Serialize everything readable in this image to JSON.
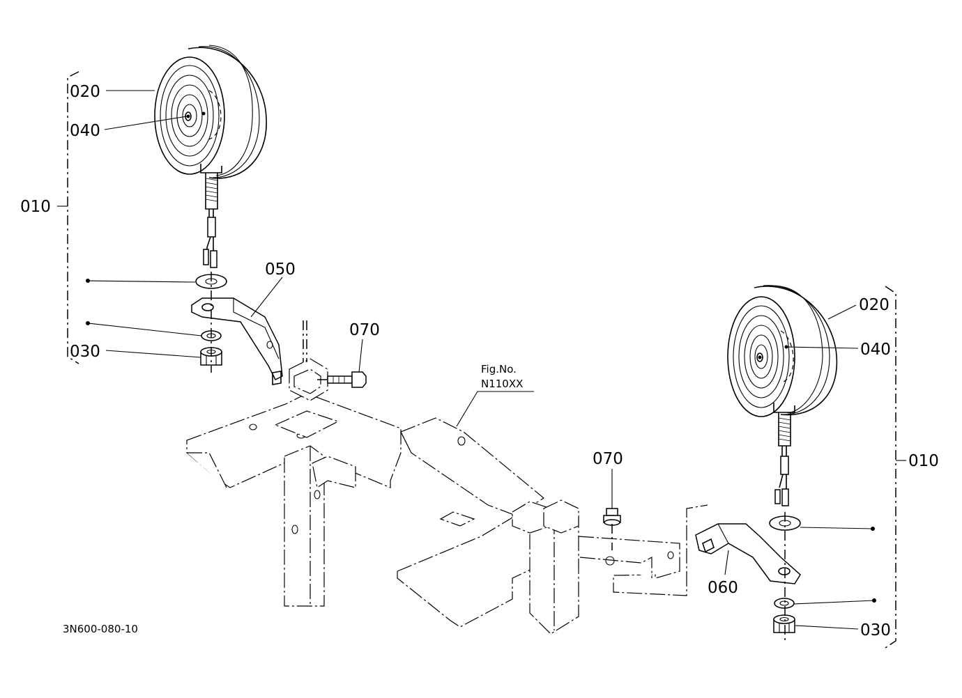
{
  "callouts": {
    "left_group": "010",
    "right_group": "010",
    "left_lamp": "020",
    "right_lamp": "020",
    "left_bulb": "040",
    "right_bulb": "040",
    "left_nut": "030",
    "right_nut": "030",
    "left_bracket": "050",
    "right_bracket": "060",
    "left_bolt": "070",
    "right_bolt": "070"
  },
  "figure_ref": {
    "line1": "Fig.No.",
    "line2": "N110XX"
  },
  "drawing_code": "3N600-080-10"
}
